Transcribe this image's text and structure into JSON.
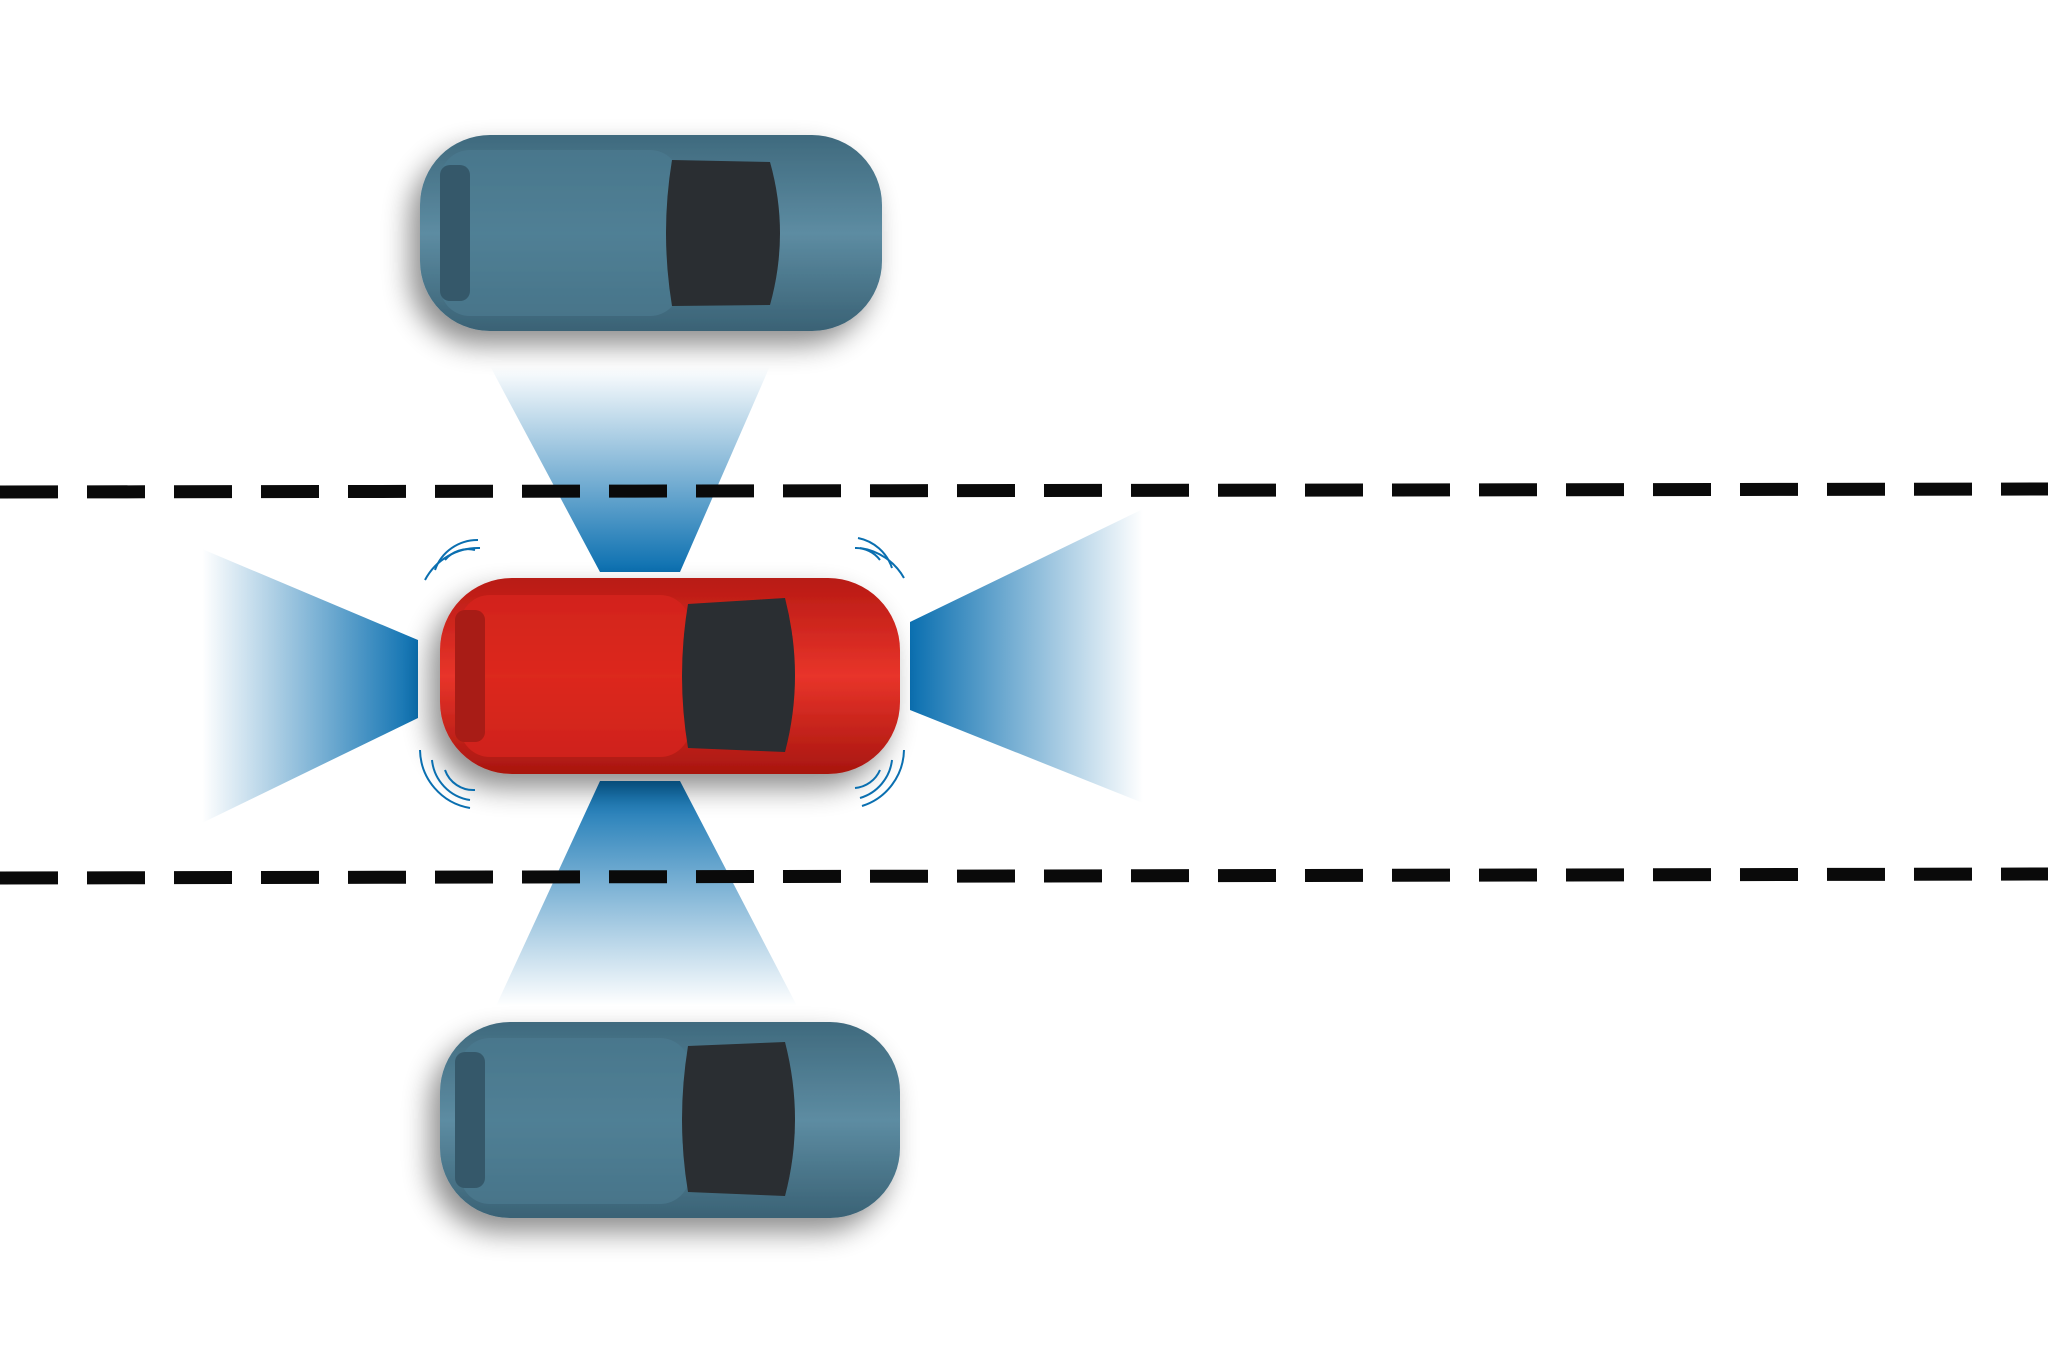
{
  "colors": {
    "background": "#ffffff",
    "lane_marking": "#0a0a0a",
    "sensor_beam": "#0a6fb0",
    "ego_car": "#d8251c",
    "other_cars": "#4f7d92",
    "windshield": "#2a2d30"
  },
  "scene": {
    "lanes": 3,
    "ego_car_sensors": [
      "front",
      "rear",
      "left",
      "right"
    ],
    "other_cars": 2
  }
}
